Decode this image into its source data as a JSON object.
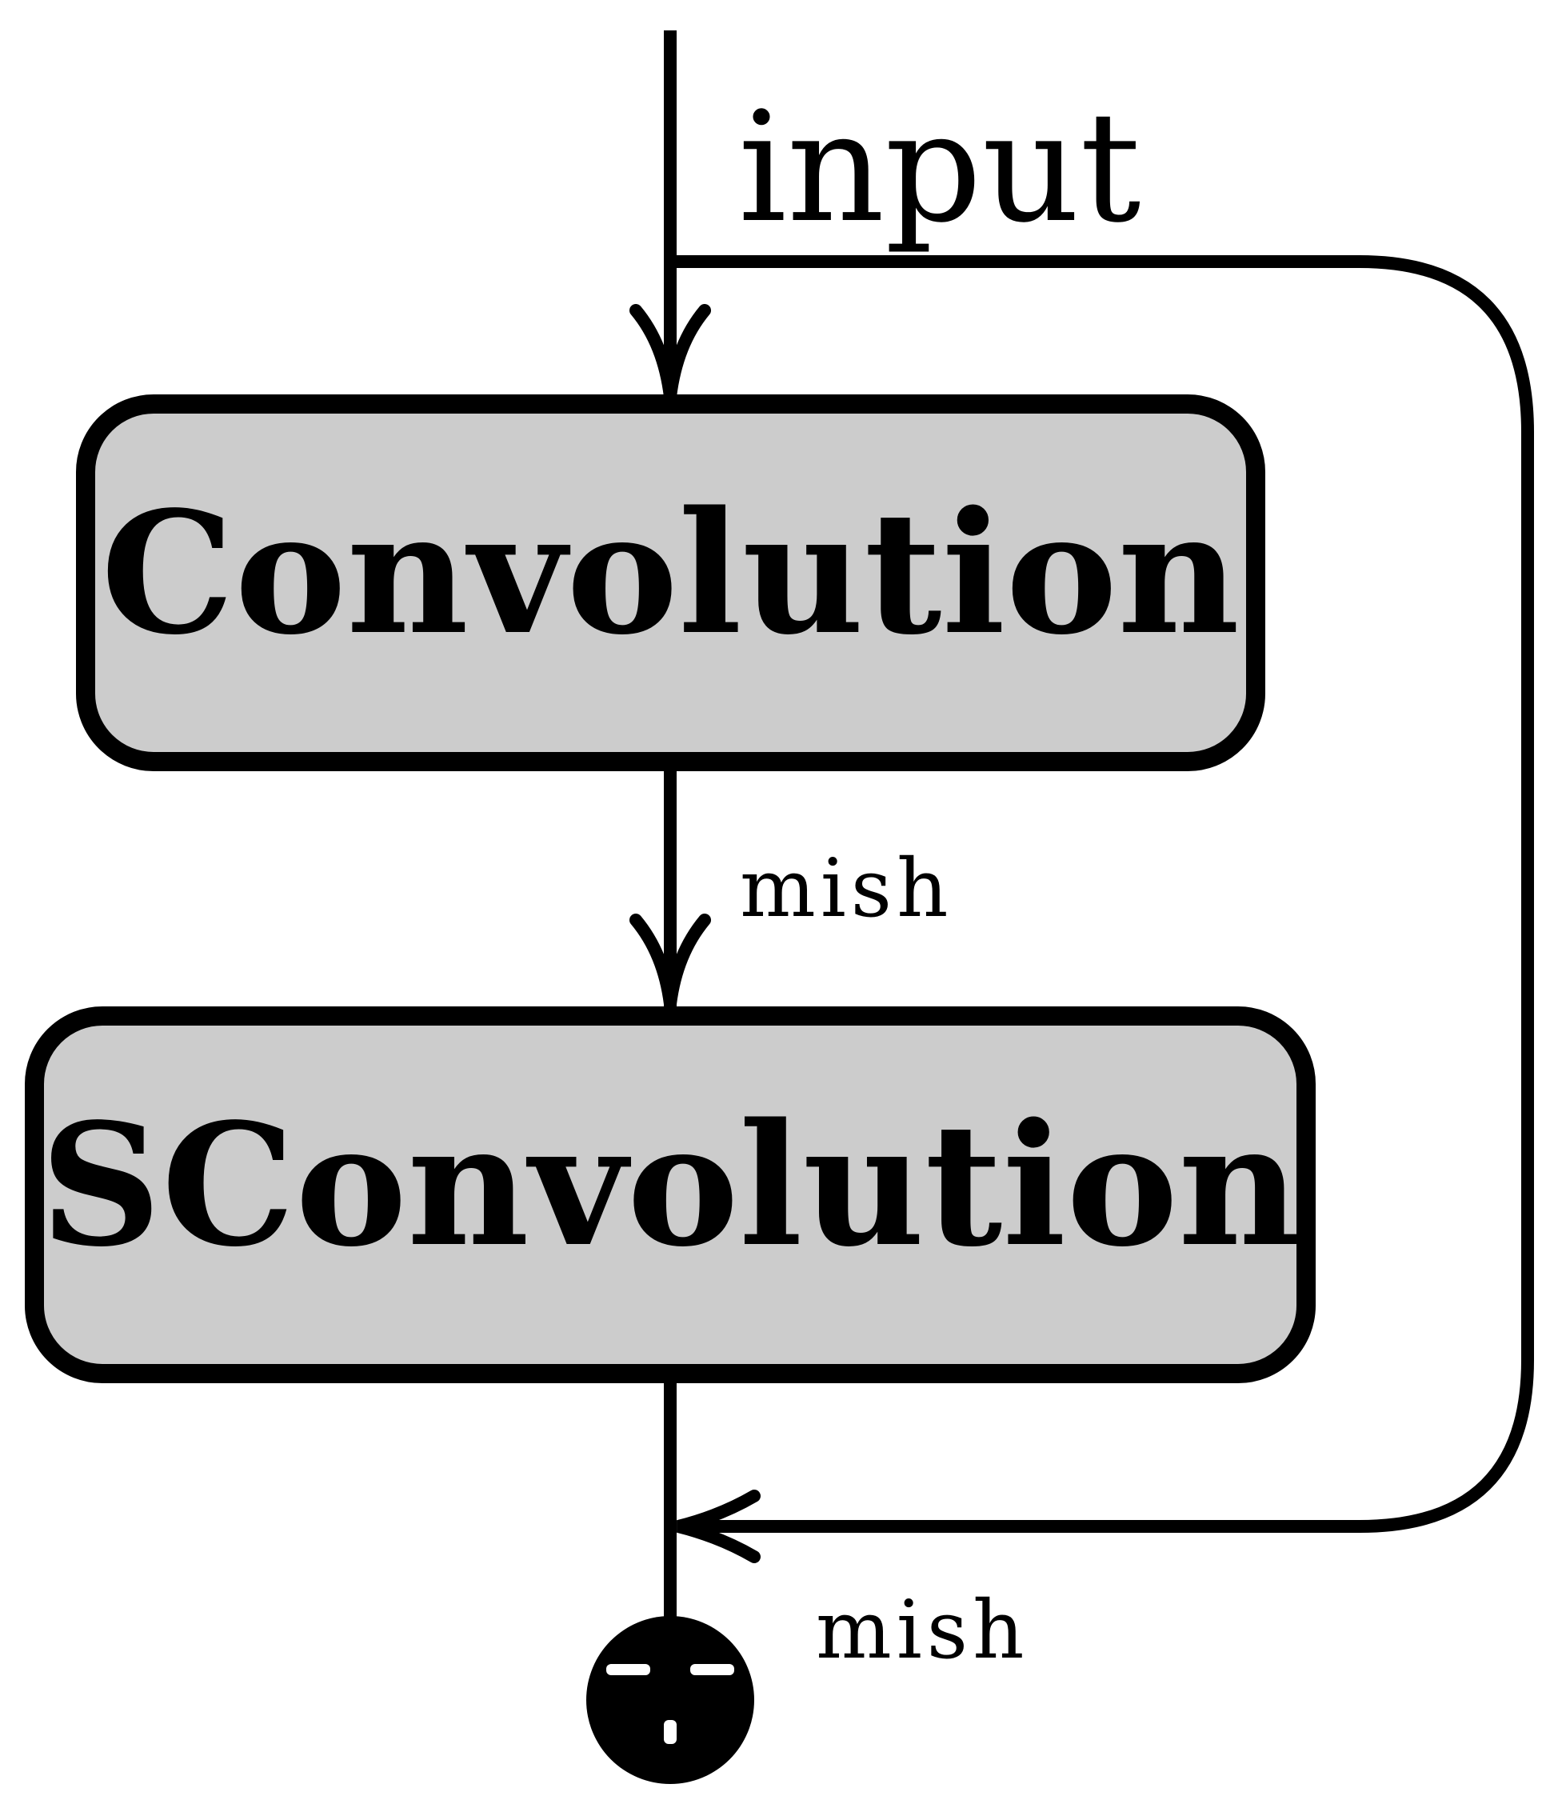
{
  "diagram": {
    "input_label": "input",
    "box1_label": "Convolution",
    "box2_label": "SConvolution",
    "edge1_label": "mish",
    "output_label": "mish"
  },
  "colors": {
    "box_fill": "#cccccc",
    "stroke": "#000000",
    "background": "#ffffff"
  },
  "icons": {
    "sum_node": "circle-with-plus-like-glyph"
  }
}
